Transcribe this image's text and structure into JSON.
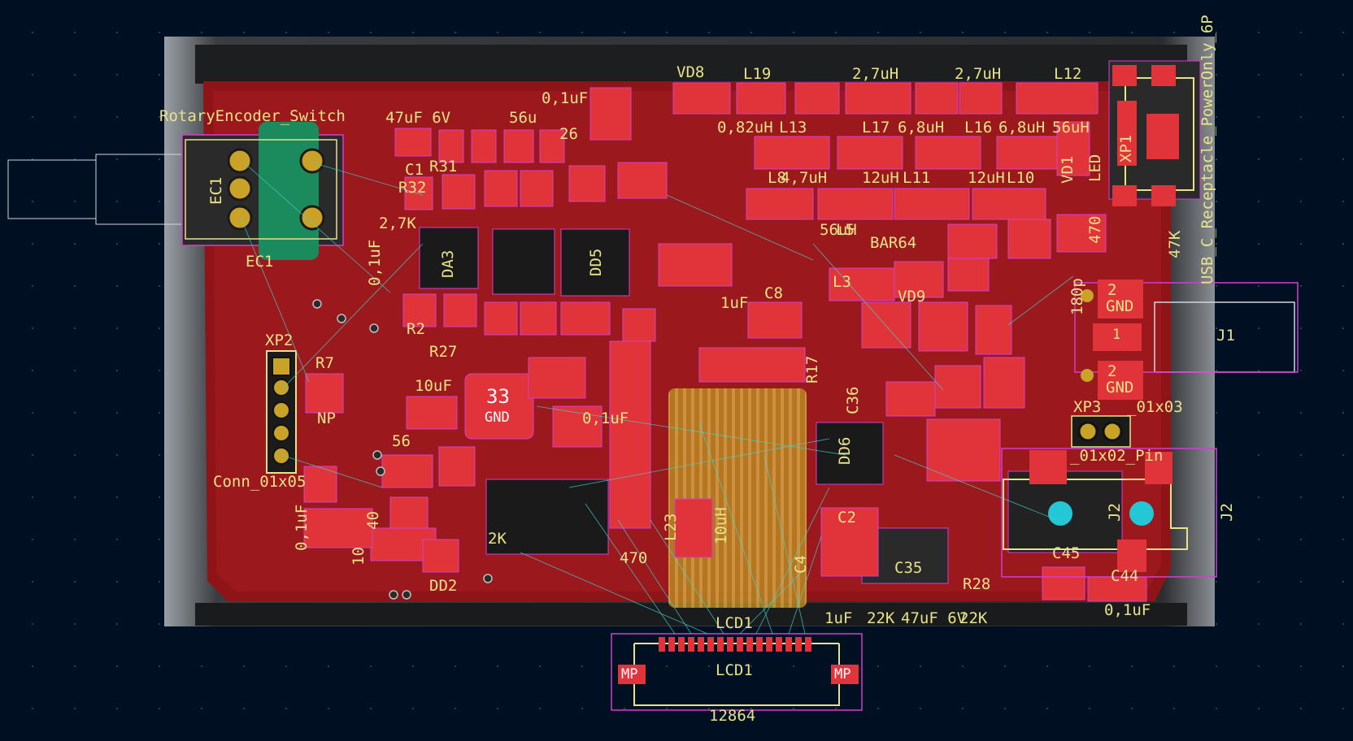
{
  "colors": {
    "background": "#001023",
    "board": "#8e1418",
    "pad": "#e0343a",
    "silk": "#e8e28a",
    "courtyard": "#d23fd0",
    "ratsnest": "#3fd6cf",
    "gold": "#c9a227",
    "outline": "#cfd6de"
  },
  "labels": {
    "rotary_encoder": "RotaryEncoder_Switch",
    "ec1": "EC1",
    "ec1_inner": "EC1",
    "xp2": "XP2",
    "r7": "R7",
    "np": "NP",
    "conn": "Conn_01x05",
    "c47uf": "47uF 6V",
    "c56u": "56u",
    "c01uf_a": "0,1uF",
    "vd8": "VD8",
    "l19": "L19",
    "l27uh_a": "2,7uH",
    "l27uh_b": "2,7uH",
    "l12": "L12",
    "l13": "L13",
    "l082": "0,82uH",
    "l17": "L17",
    "l68_a": "6,8uH",
    "l16": "L16",
    "l68_b": "6,8uH",
    "l56uh": "56uH",
    "l8": "L8",
    "l47uh": "4,7uH",
    "l12uh_a": "12uH",
    "l11": "L11",
    "l12uh_b": "12uH",
    "l10": "L10",
    "vd1": "VD1",
    "led": "LED",
    "xp1": "XP1",
    "da3": "DA3",
    "dd5": "DD5",
    "r2": "R2",
    "r27": "R27",
    "k27": "2,7K",
    "c01_side": "0,1uF",
    "l5": "L5",
    "l56uh_b": "56uH",
    "bar64": "BAR64",
    "l3": "L3",
    "c8": "C8",
    "vd9": "VD9",
    "r17": "R17",
    "c36": "C36",
    "c180p": "180p",
    "k47": "47K",
    "r470": "470",
    "j1": "J1",
    "gnd_j1_a": "GND",
    "gnd_j1_b": "GND",
    "num2_a": "2",
    "num2_b": "2",
    "num1": "1",
    "xp3": "XP3",
    "conn01x03": "_01x03",
    "conn01x02": "_01x02_Pin",
    "j2": "J2",
    "j2_inner": "J2",
    "c45": "C45",
    "c44": "C44",
    "c01uf_b": "0,1uF",
    "u33": "33",
    "u33_gnd": "GND",
    "c10uf": "10uF",
    "c01uf_c": "0,1uF",
    "l23": "L23",
    "l10uh": "10uH",
    "dd2": "DD2",
    "r470_b": "470",
    "c2": "C2",
    "c4": "C4",
    "c35": "C35",
    "r28": "R28",
    "c1uf": "1uF",
    "k22_a": "22K",
    "c47uf_b": "47uF 6V",
    "k22_b": "22K",
    "lcd1": "LCD1",
    "lcd1_inner": "LCD1",
    "mp_a": "MP",
    "mp_b": "MP",
    "lcd_model": "12864",
    "usb_label": "USB_C_Receptacle_PowerOnly_6P",
    "c1uf_b": "1uF",
    "c01uf_d": "0,1uF",
    "dd6": "DD6",
    "a2k": "2K",
    "v56": "56",
    "v10": "10",
    "v40": "40",
    "c1": "C1",
    "r31": "R31",
    "r32": "R32",
    "v26": "26"
  }
}
